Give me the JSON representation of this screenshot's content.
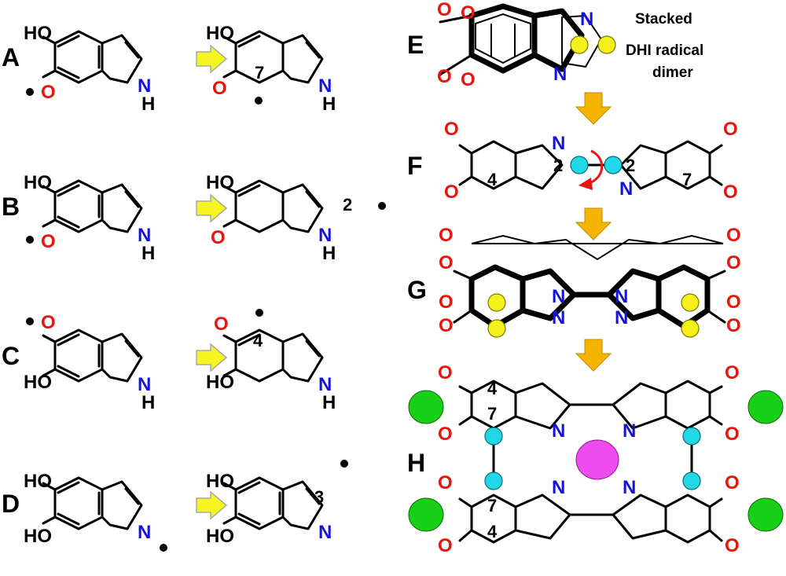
{
  "panels": {
    "A": "A",
    "B": "B",
    "C": "C",
    "D": "D",
    "E": "E",
    "F": "F",
    "G": "G",
    "H": "H"
  },
  "atoms": {
    "HO": "HO",
    "O": "O",
    "N": "N",
    "H": "H"
  },
  "positions": {
    "p7": "7",
    "p2": "2",
    "p4": "4",
    "p3": "3"
  },
  "caption": {
    "line1": "Stacked",
    "line2": "DHI radical",
    "line3": "dimer"
  },
  "colors": {
    "oxygen": "#e8150f",
    "nitrogen": "#1414d8",
    "arrow_fill": "#f5f520",
    "arrow_stroke": "#a8a8a8",
    "down_arrow": "#f5b400",
    "yellow_dot": "#f5ef1a",
    "cyan_dot": "#22d8e6",
    "green_dot": "#18d018",
    "magenta_dot": "#ee4cee",
    "rotation_arrow": "#e8150f"
  },
  "icons": [
    "radical-dot",
    "right-arrow",
    "down-arrow",
    "rotation-arrow",
    "spin-dot",
    "metal-ion"
  ]
}
